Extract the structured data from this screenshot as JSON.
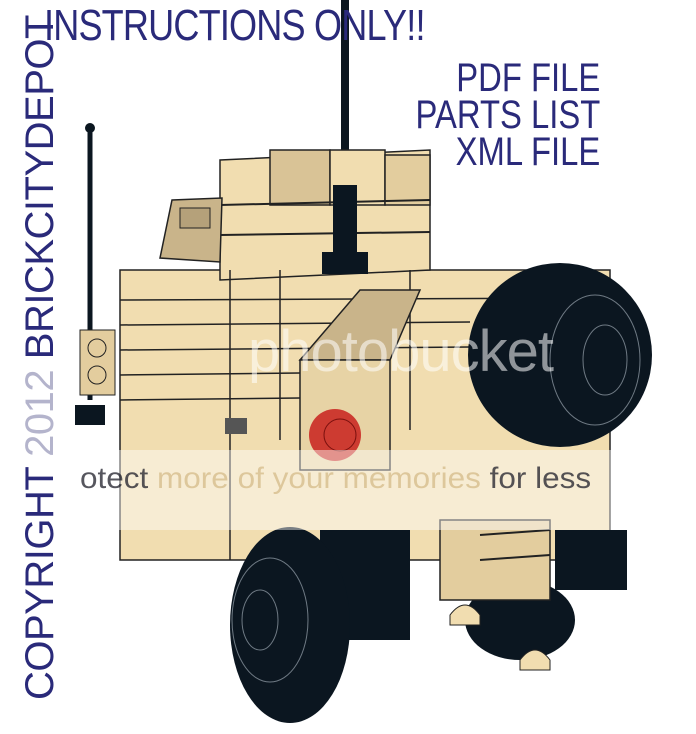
{
  "header": {
    "title": "INSTRUCTIONS ONLY!!"
  },
  "includes": {
    "items": [
      "PDF FILE",
      "PARTS LIST",
      "XML FILE"
    ]
  },
  "copyright": {
    "prefix": "COPYRIGHT ",
    "year": "2012",
    "owner": " BRICKCITYDEPOT"
  },
  "watermark": {
    "brand": "photobucket",
    "tagline_start": "otect ",
    "tagline_mid": "more of your memories",
    "tagline_end": " for less"
  },
  "colors": {
    "text": "#2a2a7a",
    "tan": "#f1ddb0",
    "tan_dark": "#c9b48a",
    "tire": "#0b1620",
    "light_red": "#c8201c"
  }
}
